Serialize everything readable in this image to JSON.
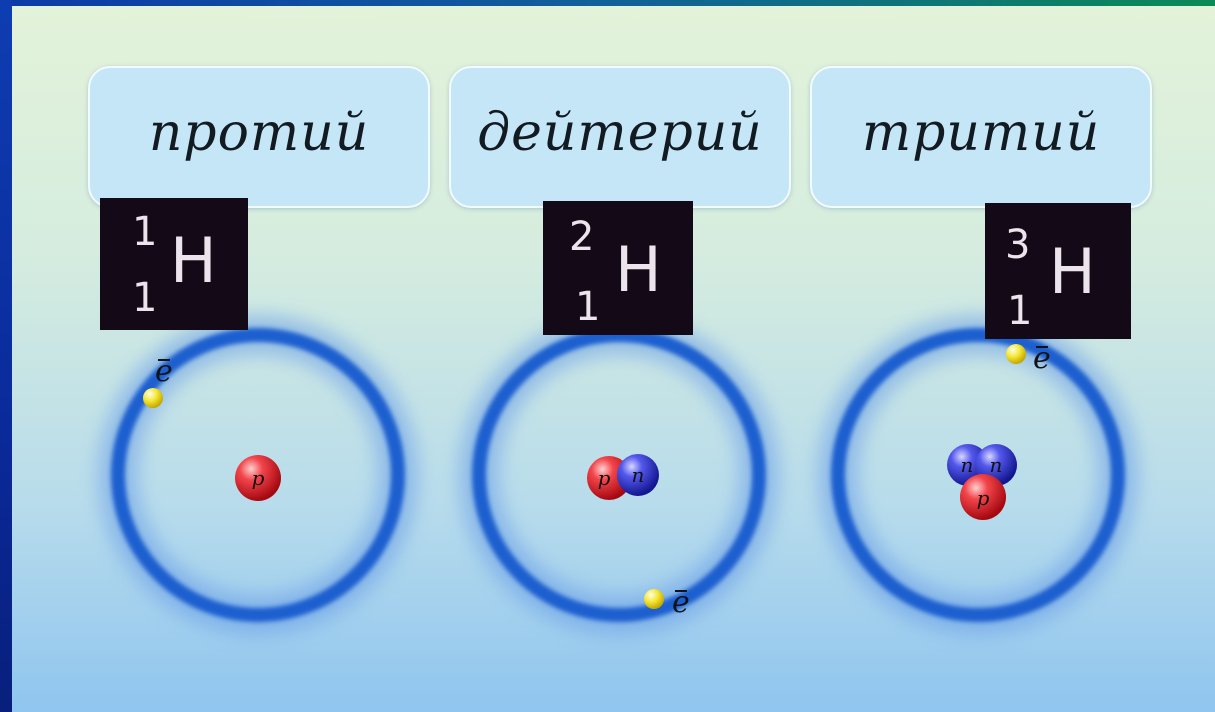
{
  "isotopes": [
    {
      "name": "протий",
      "symbol": {
        "mass": "1",
        "charge": "1",
        "element": "H"
      },
      "nucleus": [
        "p"
      ],
      "electron": "e"
    },
    {
      "name": "дейтерий",
      "symbol": {
        "mass": "2",
        "charge": "1",
        "element": "H"
      },
      "nucleus": [
        "p",
        "n"
      ],
      "electron": "e"
    },
    {
      "name": "тритий",
      "symbol": {
        "mass": "3",
        "charge": "1",
        "element": "H"
      },
      "nucleus": [
        "n",
        "n",
        "p"
      ],
      "electron": "e"
    }
  ],
  "colors": {
    "proton": "#e21a22",
    "neutron": "#2a2fd6",
    "electron": "#f2e21a",
    "orbit": "#1d5fcf"
  }
}
